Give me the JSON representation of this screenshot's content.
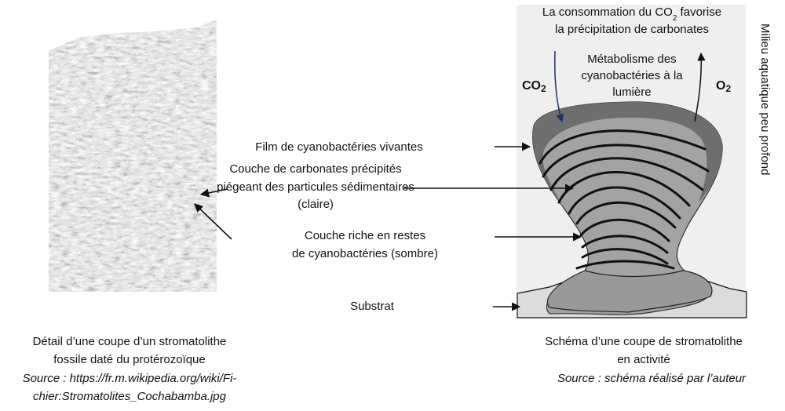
{
  "left_figure": {
    "caption_lines": [
      "Détail d’une coupe d’un stromatolithe",
      "fossile daté du protérozoïque"
    ],
    "source_lines": [
      "Source : https://fr.m.wikipedia.org/wiki/Fi-",
      "chier:Stromatolites_Cochabamba.jpg"
    ]
  },
  "right_figure": {
    "top_text": {
      "line1_a": "La consommation du CO",
      "line1_sub": "2",
      "line1_b": " favorise",
      "line2": "la précipitation de carbonates"
    },
    "metabolism_lines": [
      "Métabolisme des",
      "cyanobactéries à la",
      "lumière"
    ],
    "co2_label": {
      "main": "CO",
      "sub": "2"
    },
    "o2_label": {
      "main": "O",
      "sub": "2"
    },
    "environment_label": "Milieu aquatique peu profond",
    "caption_lines": [
      "Schéma d’une coupe de stromatolithe",
      "en activité"
    ],
    "source_line": "Source : schéma réalisé par l’auteur"
  },
  "labels": {
    "film": "Film de cyanobactéries vivantes",
    "carbonates": [
      "Couche de carbonates précipités",
      "piégeant des particules sédimentaires",
      "(claire)"
    ],
    "rich": [
      "Couche riche en restes",
      "de cyanobactéries (sombre)"
    ],
    "substrat": "Substrat"
  },
  "colors": {
    "water": "#efefef",
    "film": "#6e6e6e",
    "body": "#a3a3a3",
    "substrate": "#dcdcdc",
    "co2_arrow": "#1f2f6e"
  }
}
